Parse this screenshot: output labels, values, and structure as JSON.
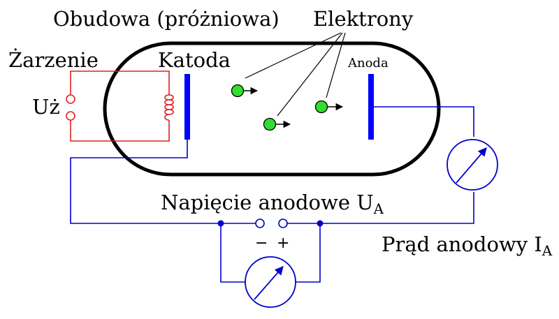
{
  "labels": {
    "envelope": "Obudowa (próżniowa)",
    "electrons": "Elektrony",
    "heating": "Żarzenie",
    "cathode": "Katoda",
    "anode": "Anoda",
    "heater_voltage": "Uż",
    "anode_voltage": "Napięcie anodowe U",
    "anode_voltage_sub": "A",
    "anode_current": "Prąd anodowy I",
    "anode_current_sub": "A",
    "minus": "−",
    "plus": "+"
  },
  "colors": {
    "envelope": "#000000",
    "electrode": "#0000ff",
    "circuit": "#0000cc",
    "heater_circuit": "#dd2222",
    "electron": "#33dd33"
  },
  "icons": {
    "heater_coil": "coil-icon",
    "meter": "meter-icon",
    "electron": "electron-icon"
  }
}
